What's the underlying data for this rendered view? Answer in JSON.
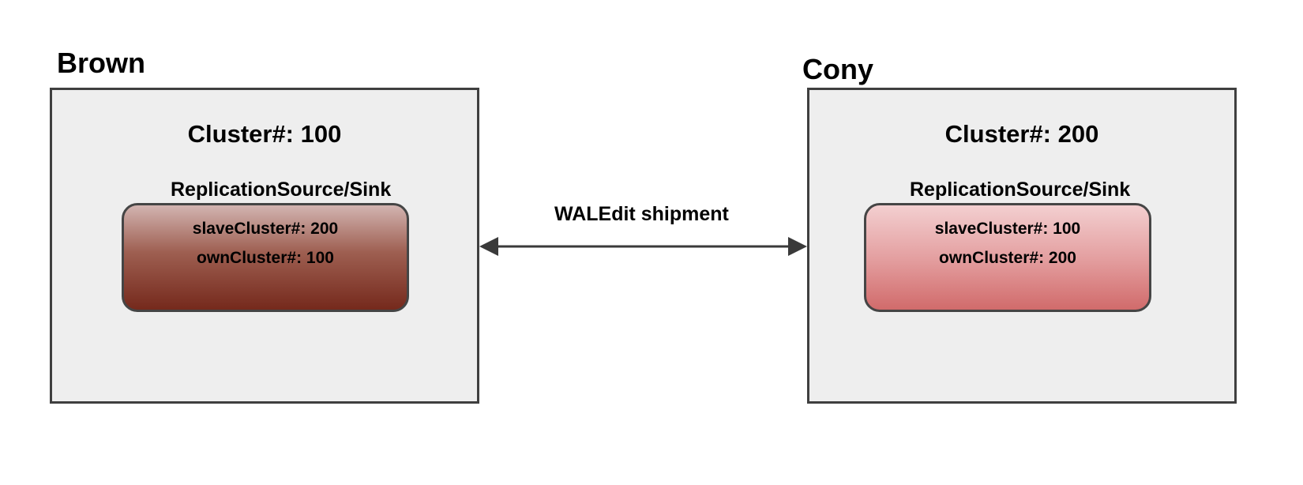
{
  "left": {
    "name": "Brown",
    "cluster_label": "Cluster#: 100",
    "replication_label": "ReplicationSource/Sink",
    "slave_cluster": "slaveCluster#: 200",
    "own_cluster": "ownCluster#: 100"
  },
  "right": {
    "name": "Cony",
    "cluster_label": "Cluster#: 200",
    "replication_label": "ReplicationSource/Sink",
    "slave_cluster": "slaveCluster#: 100",
    "own_cluster": "ownCluster#: 200"
  },
  "connection": {
    "label": "WALEdit shipment",
    "direction": "bidirectional"
  },
  "colors": {
    "box_fill": "#eeeeee",
    "box_border": "#3f3f3f",
    "left_node_dark": "#75291c",
    "right_node_light": "#d16b6b",
    "arrow": "#3a3a3a"
  }
}
